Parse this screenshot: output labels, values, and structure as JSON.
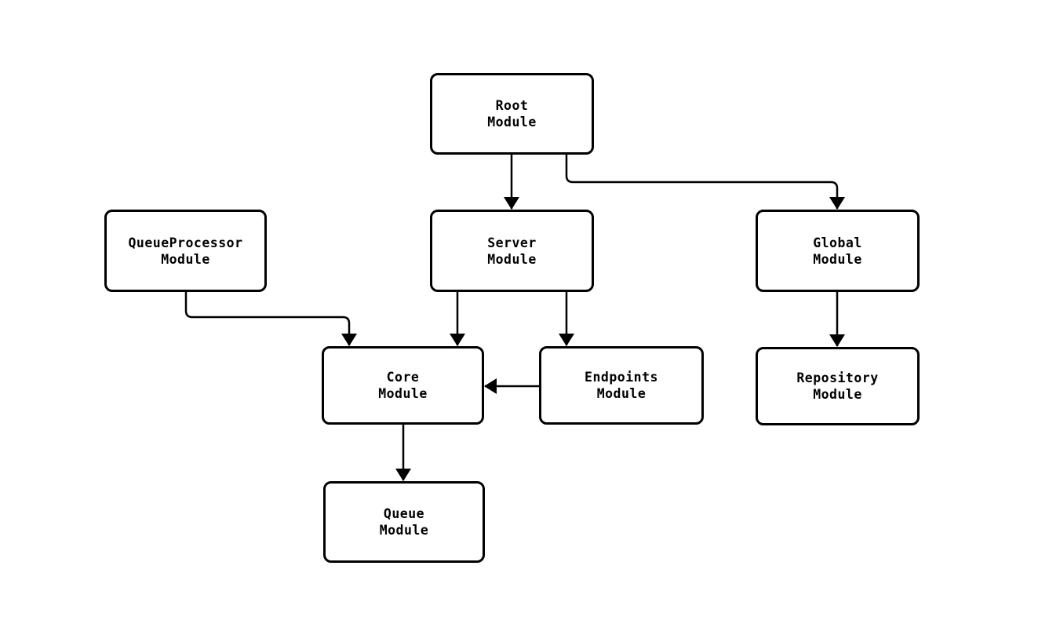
{
  "diagram": {
    "background_color": "#ffffff",
    "node_fill_color": "#ffffff",
    "node_border_color": "#000000",
    "edge_color": "#000000",
    "text_color": "#000000",
    "nodes": [
      {
        "id": "root",
        "label": "Root Module",
        "lines": [
          "Root",
          "Module"
        ]
      },
      {
        "id": "queueProcessor",
        "label": "QueueProcessor Module",
        "lines": [
          "QueueProcessor",
          "Module"
        ]
      },
      {
        "id": "server",
        "label": "Server Module",
        "lines": [
          "Server",
          "Module"
        ]
      },
      {
        "id": "global",
        "label": "Global Module",
        "lines": [
          "Global",
          "Module"
        ]
      },
      {
        "id": "core",
        "label": "Core Module",
        "lines": [
          "Core",
          "Module"
        ]
      },
      {
        "id": "endpoints",
        "label": "Endpoints Module",
        "lines": [
          "Endpoints",
          "Module"
        ]
      },
      {
        "id": "repository",
        "label": "Repository Module",
        "lines": [
          "Repository",
          "Module"
        ]
      },
      {
        "id": "queue",
        "label": "Queue Module",
        "lines": [
          "Queue",
          "Module"
        ]
      }
    ],
    "edges": [
      {
        "from": "root",
        "to": "server"
      },
      {
        "from": "root",
        "to": "global"
      },
      {
        "from": "queueProcessor",
        "to": "core"
      },
      {
        "from": "server",
        "to": "core"
      },
      {
        "from": "server",
        "to": "endpoints"
      },
      {
        "from": "endpoints",
        "to": "core"
      },
      {
        "from": "global",
        "to": "repository"
      },
      {
        "from": "core",
        "to": "queue"
      }
    ]
  }
}
